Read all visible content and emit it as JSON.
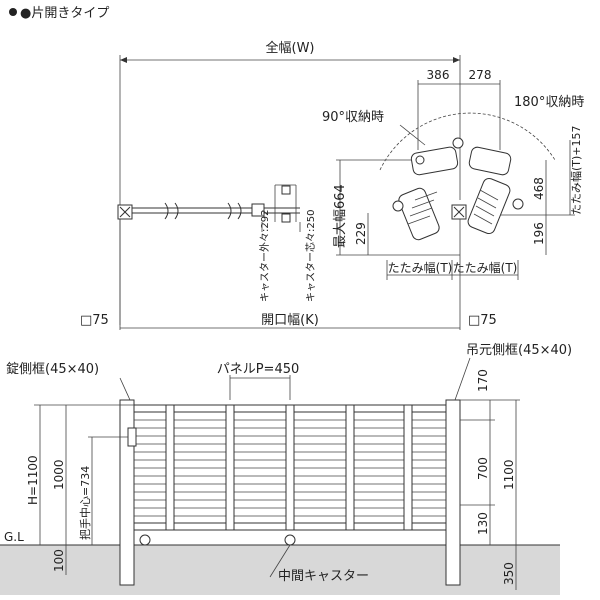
{
  "title": "●片開きタイプ",
  "plan": {
    "total_width": "全幅(W)",
    "dim_386": "386",
    "dim_278": "278",
    "label_90": "90°収納時",
    "label_180": "180°収納時",
    "max_width": "最大幅664",
    "dim_468": "468",
    "folded_t157": "たたみ幅(T)+157",
    "dim_229": "229",
    "dim_196": "196",
    "folded_t1": "たたみ幅(T)",
    "folded_t2": "たたみ幅(T)",
    "caster_outer": "キャスター外々:292",
    "caster_center": "キャスター芯々:250",
    "post_left": "□75",
    "post_right": "□75",
    "opening_width": "開口幅(K)"
  },
  "elevation": {
    "lock_frame": "錠側框(45×40)",
    "panel_pitch": "パネルP=450",
    "hinge_frame": "吊元側框(45×40)",
    "dim_170": "170",
    "dim_700": "700",
    "dim_130": "130",
    "dim_1100_right": "1100",
    "dim_350": "350",
    "height_h": "H=1100",
    "dim_1000": "1000",
    "handle_center": "把手中心=734",
    "gl": "G.L",
    "dim_100": "100",
    "middle_caster": "中間キャスター"
  }
}
